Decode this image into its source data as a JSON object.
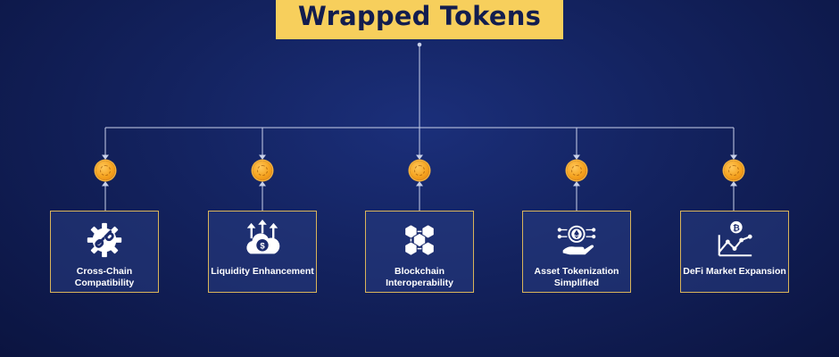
{
  "title": "Wrapped Tokens",
  "colors": {
    "title_bg": "#f7cf5c",
    "title_text": "#121d4f",
    "card_border": "#d9b45a",
    "coin": "#f5a21d",
    "connector": "#c9d1ea"
  },
  "items": [
    {
      "label": "Cross-Chain Compatibility",
      "icon": "gear-link-icon"
    },
    {
      "label": "Liquidity Enhancement",
      "icon": "cloud-dollar-icon"
    },
    {
      "label": "Blockchain Interoperability",
      "icon": "blocks-network-icon"
    },
    {
      "label": "Asset Tokenization Simplified",
      "icon": "hand-token-icon"
    },
    {
      "label": "DeFi Market Expansion",
      "icon": "bitcoin-chart-icon"
    }
  ]
}
